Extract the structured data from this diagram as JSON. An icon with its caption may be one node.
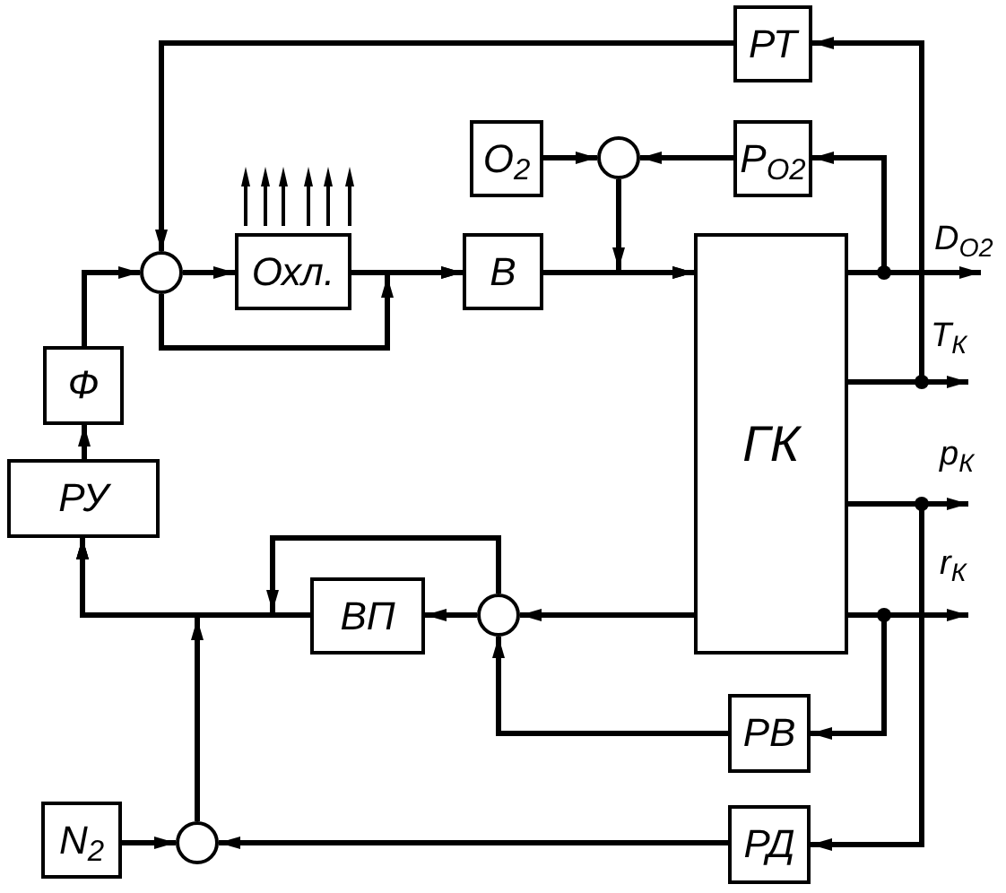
{
  "diagram": {
    "nodes": [
      {
        "text": [
          "РТ"
        ]
      },
      {
        "text": [
          "O$_{2}$"
        ]
      },
      {
        "text": [],
        "shape": "circle"
      },
      {
        "text": [
          "Р$_{O2}$"
        ]
      },
      {
        "text": [],
        "shape": "circle"
      },
      {
        "text": [
          "Охл."
        ]
      },
      {
        "text": [
          "В"
        ]
      },
      {
        "text": [
          "ГК"
        ]
      },
      {
        "text": [
          "Ф"
        ]
      },
      {
        "text": [
          "РУ"
        ]
      },
      {
        "text": [
          "ВП"
        ]
      },
      {
        "text": [],
        "shape": "circle"
      },
      {
        "text": [
          "РВ"
        ]
      },
      {
        "text": [
          "N$_{2}$"
        ]
      },
      {
        "text": [],
        "shape": "circle"
      },
      {
        "text": [
          "РД"
        ]
      }
    ],
    "edges": [
      {
        "from": 0,
        "to": 4,
        "arrow": "to"
      },
      {
        "from": 1,
        "to": 2,
        "arrow": "to"
      },
      {
        "from": 3,
        "to": 2,
        "arrow": "to"
      },
      {
        "from": 2,
        "to": 7,
        "arrow": "to"
      },
      {
        "from": 4,
        "to": 5,
        "arrow": "to"
      },
      {
        "from": 5,
        "to": 6,
        "arrow": "to"
      },
      {
        "from": 4,
        "to": 6,
        "arrow": "to"
      },
      {
        "from": 6,
        "to": 7,
        "arrow": "to"
      },
      {
        "from": 7,
        "to": null,
        "arrow": "to",
        "label": "D$_{O2}$"
      },
      {
        "from": 7,
        "to": 3,
        "arrow": "to"
      },
      {
        "from": 7,
        "to": null,
        "arrow": "to",
        "label": "T$_{К}$"
      },
      {
        "from": 7,
        "to": 0,
        "arrow": "to"
      },
      {
        "from": 8,
        "to": 4,
        "arrow": "to"
      },
      {
        "from": 9,
        "to": 8,
        "arrow": "to"
      },
      {
        "from": 7,
        "to": null,
        "arrow": "to",
        "label": "p$_{К}$"
      },
      {
        "from": 7,
        "to": 15,
        "arrow": "to"
      },
      {
        "from": 7,
        "to": null,
        "arrow": "to",
        "label": "r$_{К}$"
      },
      {
        "from": 7,
        "to": 12,
        "arrow": "to"
      },
      {
        "from": 7,
        "to": 11,
        "arrow": "to"
      },
      {
        "from": 11,
        "to": 10,
        "arrow": "to"
      },
      {
        "from": 11,
        "to": 9,
        "arrow": "to"
      },
      {
        "from": 10,
        "to": 9,
        "arrow": "to"
      },
      {
        "from": 12,
        "to": 11,
        "arrow": "to"
      },
      {
        "from": 13,
        "to": 14,
        "arrow": "to"
      },
      {
        "from": 15,
        "to": 14,
        "arrow": "to"
      },
      {
        "from": 14,
        "to": 9,
        "arrow": "to"
      }
    ]
  }
}
